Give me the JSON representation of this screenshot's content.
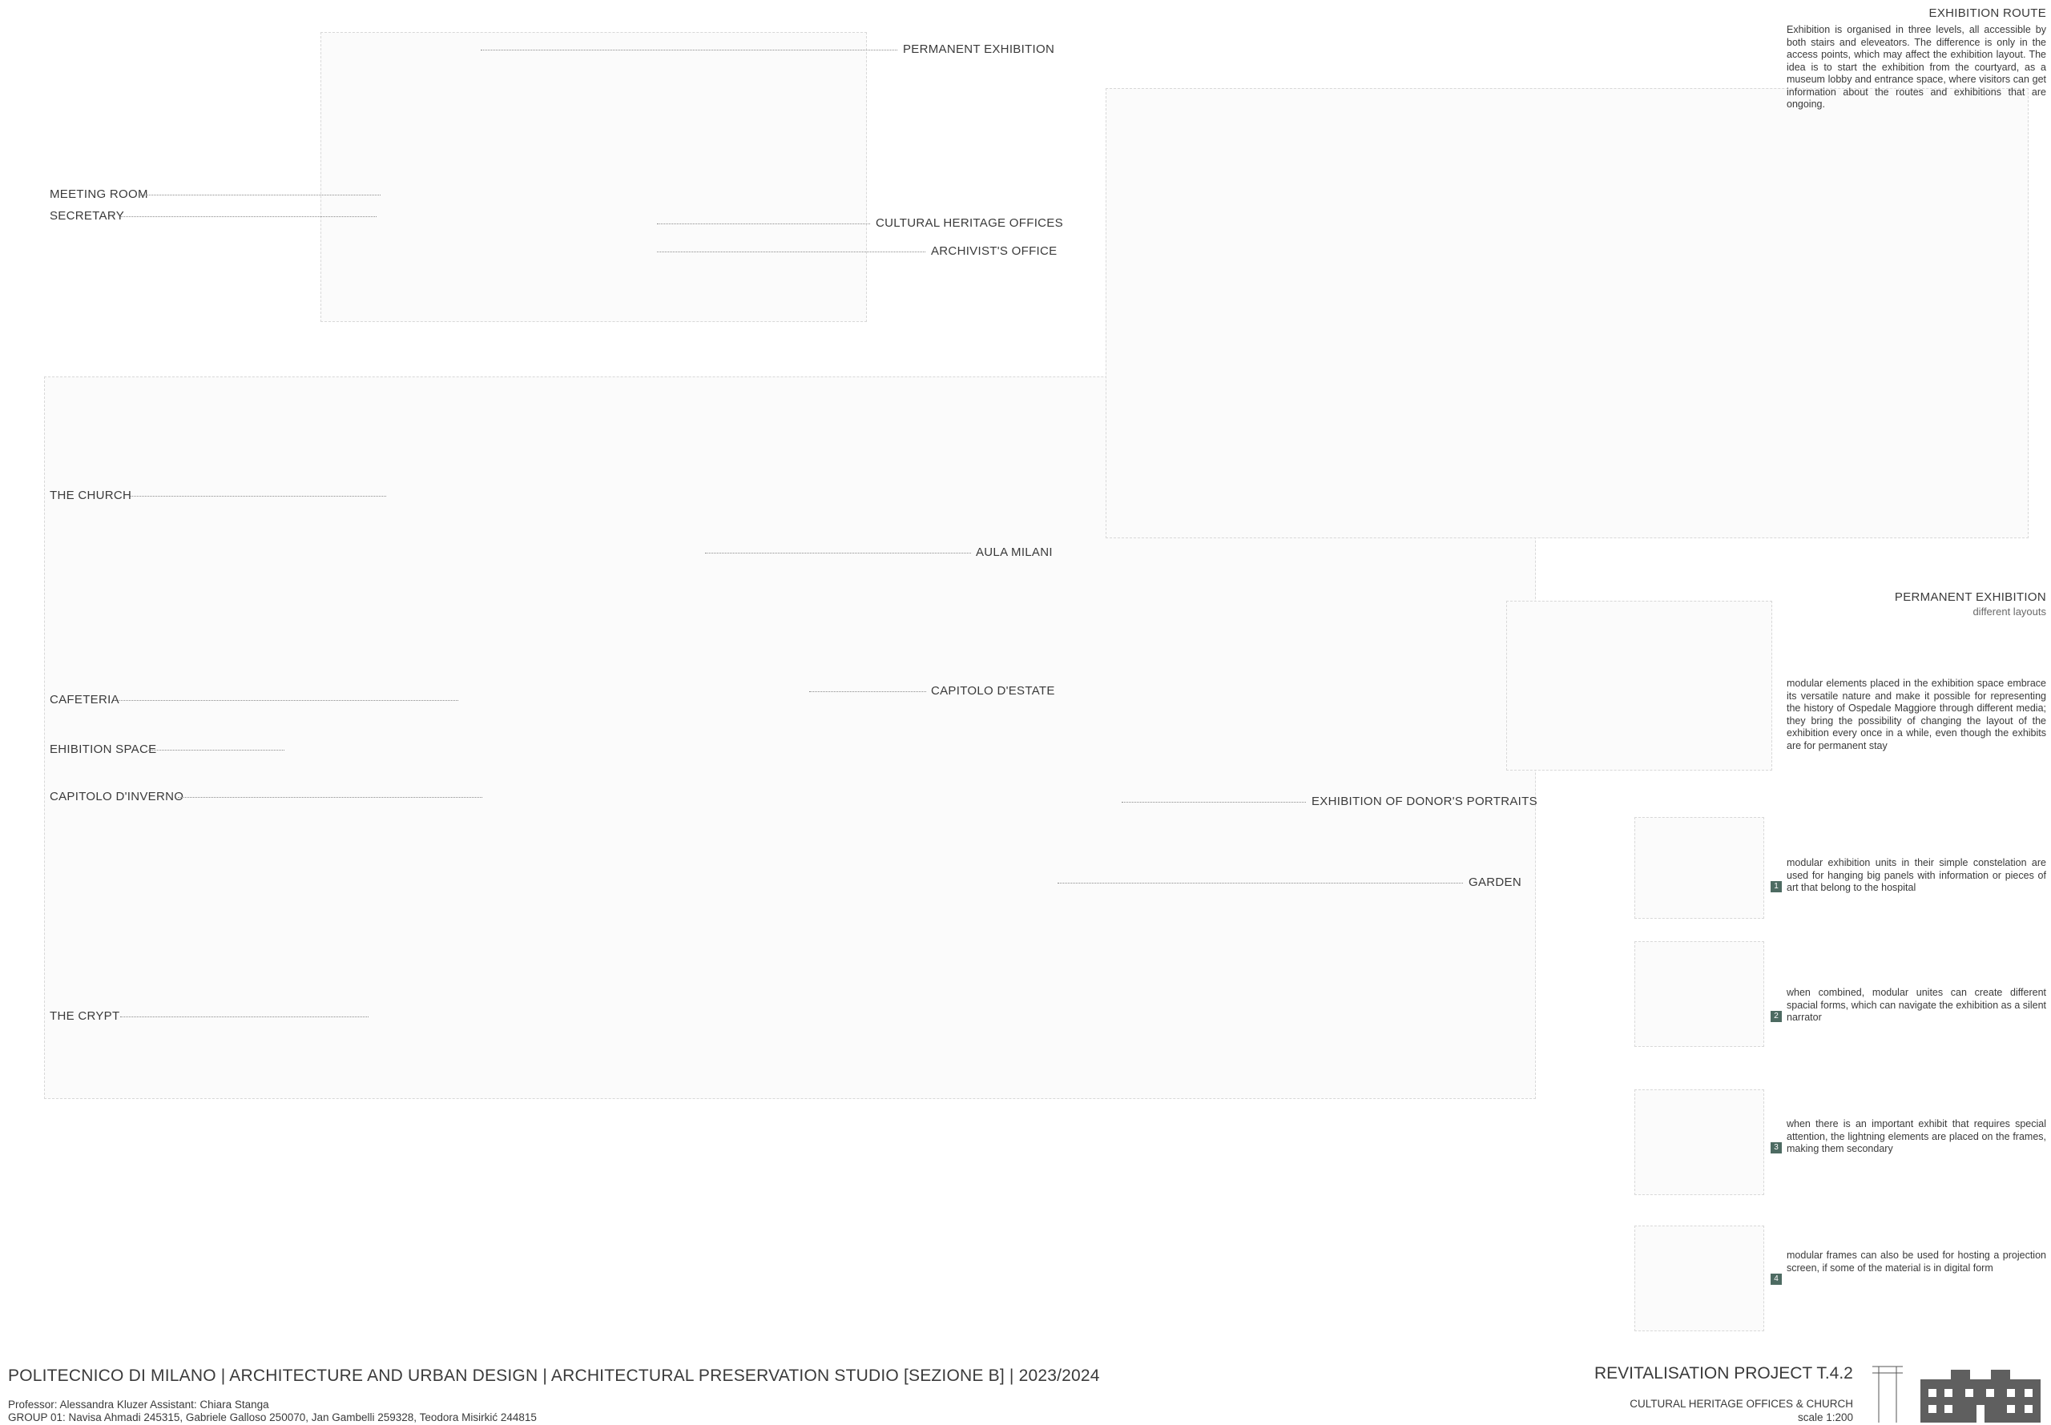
{
  "labels": {
    "permanent_exhibition": "PERMANENT EXHIBITION",
    "meeting_room": "MEETING ROOM",
    "secretary": "SECRETARY",
    "cultural_heritage_offices": "CULTURAL HERITAGE OFFICES",
    "archivists_office": "ARCHIVIST'S OFFICE",
    "the_church": "THE CHURCH",
    "aula_milani": "AULA MILANI",
    "cafeteria": "CAFETERIA",
    "capitolo_destate": "CAPITOLO D'ESTATE",
    "exhibition_space": "EHIBITION SPACE",
    "capitolo_dinverno": "CAPITOLO D'INVERNO",
    "exhibition_donors_portraits": "EXHIBITION OF DONOR'S PORTRAITS",
    "garden": "GARDEN",
    "the_crypt": "THE CRYPT"
  },
  "route": {
    "title": "EXHIBITION ROUTE",
    "text": "Exhibition is organised in three levels, all accessible by both stairs and eleveators. The difference is only in the access points, which may affect the exhibition layout. The idea is to start the exhibition from the courtyard, as a museum lobby and entrance space, where visitors can get information about the routes and exhibitions that are ongoing."
  },
  "permanent": {
    "title": "PERMANENT EXHIBITION",
    "subtitle": "different layouts",
    "text": "modular elements placed in the exhibition space embrace its versatile nature and make it possible for representing the history of Ospedale Maggiore through different media; they bring the possibility of changing the layout of the exhibition every once in a while, even though the exhibits are for permanent stay"
  },
  "modules": [
    {
      "num": "1",
      "text": "modular exhibition units in their simple constelation are used for hanging big panels with information or pieces of art that belong to the hospital"
    },
    {
      "num": "2",
      "text": "when combined, modular unites can create different spacial forms, which can navigate the exhibition as a silent narrator"
    },
    {
      "num": "3",
      "text": "when there is an important exhibit that requires special attention, the lightning elements are placed on the frames, making them secondary"
    },
    {
      "num": "4",
      "text": "modular frames can also be used for hosting a projection screen, if some of the material is in digital form"
    }
  ],
  "footer": {
    "main": "POLITECNICO DI MILANO | ARCHITECTURE AND URBAN DESIGN | ARCHITECTURAL PRESERVATION STUDIO [SEZIONE B] | 2023/2024",
    "professor": "Professor: Alessandra Kluzer  Assistant: Chiara Stanga",
    "group": "GROUP 01: Navisa Ahmadi 245315, Gabriele Galloso 250070, Jan Gambelli 259328, Teodora Misirkić 244815"
  },
  "project": {
    "title": "REVITALISATION PROJECT   T.4.2",
    "subtitle": "CULTURAL HERITAGE OFFICES & CHURCH",
    "scale": "scale 1:200"
  }
}
